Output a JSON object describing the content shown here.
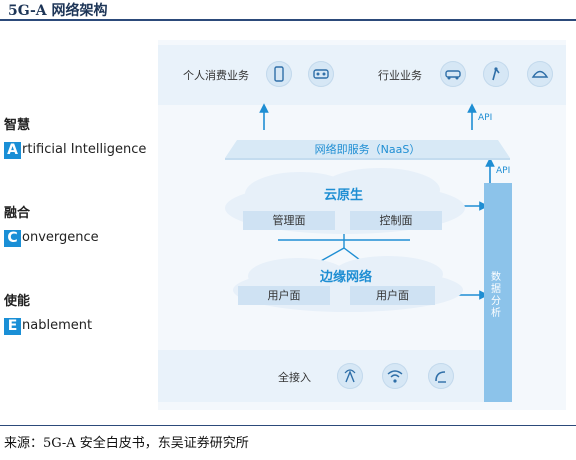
{
  "header": {
    "title": "5G-A 网络架构"
  },
  "footer": {
    "source": "来源：5G-A 安全白皮书，东吴证券研究所"
  },
  "left_labels": [
    {
      "cn": "智慧",
      "letter": "A",
      "rest": "rtificial Intelligence"
    },
    {
      "cn": "融合",
      "letter": "C",
      "rest": "onvergence"
    },
    {
      "cn": "使能",
      "letter": "E",
      "rest": "nablement"
    }
  ],
  "top_band": {
    "consumer": "个人消费业务",
    "industry": "行业业务"
  },
  "api_labels": {
    "upper": "API",
    "lower": "API"
  },
  "naas": "网络即服务（NaaS）",
  "cloud_native": {
    "title": "云原生",
    "mgmt": "管理面",
    "ctrl": "控制面"
  },
  "edge": {
    "title": "边缘网络",
    "user1": "用户面",
    "user2": "用户面"
  },
  "analysis": "数据分析",
  "access": {
    "label": "全接入"
  },
  "icons": [
    "phone-icon",
    "vr-icon",
    "car-icon",
    "robot-icon",
    "helmet-icon",
    "satellite-dish-icon",
    "wifi-icon",
    "antenna-icon"
  ],
  "colors": {
    "accent": "#1f8ed3",
    "band": "#e9f2fa",
    "box": "#cfe2f3",
    "column": "#8cc3ea"
  }
}
